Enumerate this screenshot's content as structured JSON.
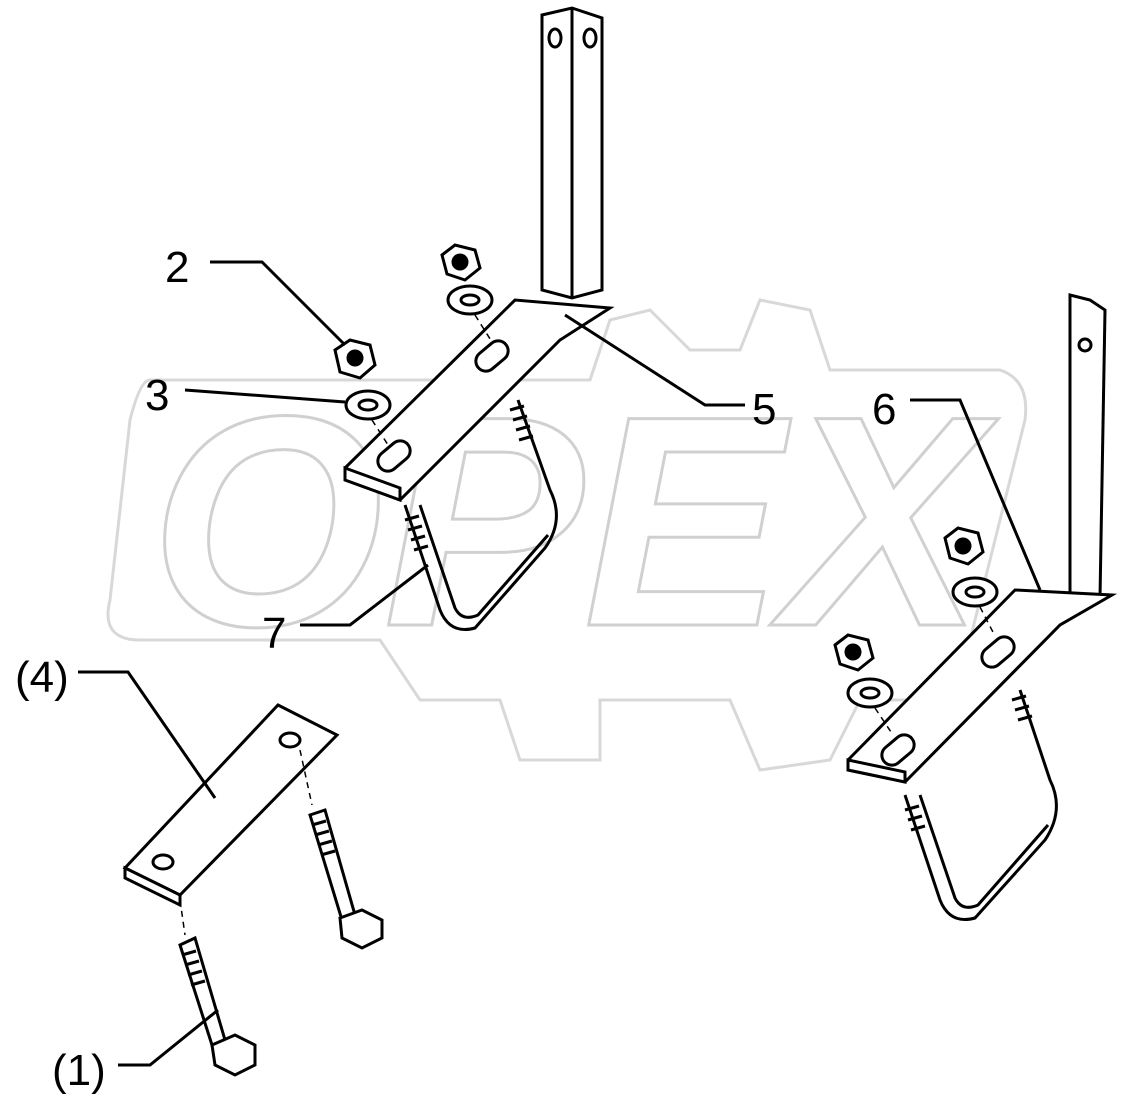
{
  "diagram": {
    "watermark": "OPEX",
    "callouts": [
      {
        "id": "callout-2",
        "text": "2"
      },
      {
        "id": "callout-3",
        "text": "3"
      },
      {
        "id": "callout-5",
        "text": "5"
      },
      {
        "id": "callout-6",
        "text": "6"
      },
      {
        "id": "callout-7",
        "text": "7"
      },
      {
        "id": "callout-4",
        "text": "(4)"
      },
      {
        "id": "callout-1",
        "text": "(1)"
      }
    ]
  }
}
